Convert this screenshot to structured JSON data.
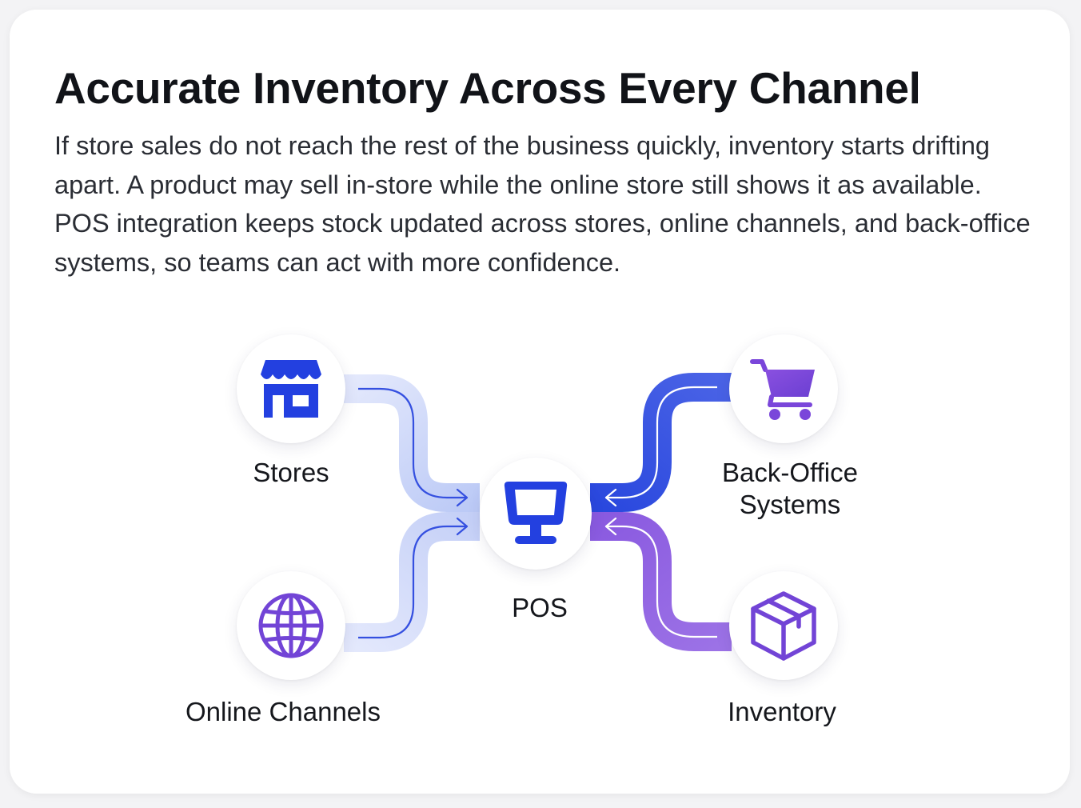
{
  "title": "Accurate Inventory Across Every Channel",
  "description": "If store sales do not reach the rest of the business quickly, inventory starts drifting apart. A product may sell in-store while the online store still shows it as available. POS integration keeps stock updated across stores, online channels, and back-office systems, so teams can act with more confidence.",
  "diagram": {
    "center": {
      "label": "POS",
      "icon": "monitor-icon"
    },
    "nodes": [
      {
        "id": "stores",
        "label": "Stores",
        "icon": "storefront-icon"
      },
      {
        "id": "online",
        "label": "Online Channels",
        "icon": "globe-icon"
      },
      {
        "id": "backoffice",
        "label_line1": "Back-Office",
        "label_line2": "Systems",
        "icon": "shopping-cart-icon"
      },
      {
        "id": "inventory",
        "label": "Inventory",
        "icon": "box-icon"
      }
    ]
  },
  "colors": {
    "blue": "#2f4fe0",
    "purple": "#7b4fd9",
    "light_blue": "#c9d3f8",
    "text_dark": "#111318"
  }
}
